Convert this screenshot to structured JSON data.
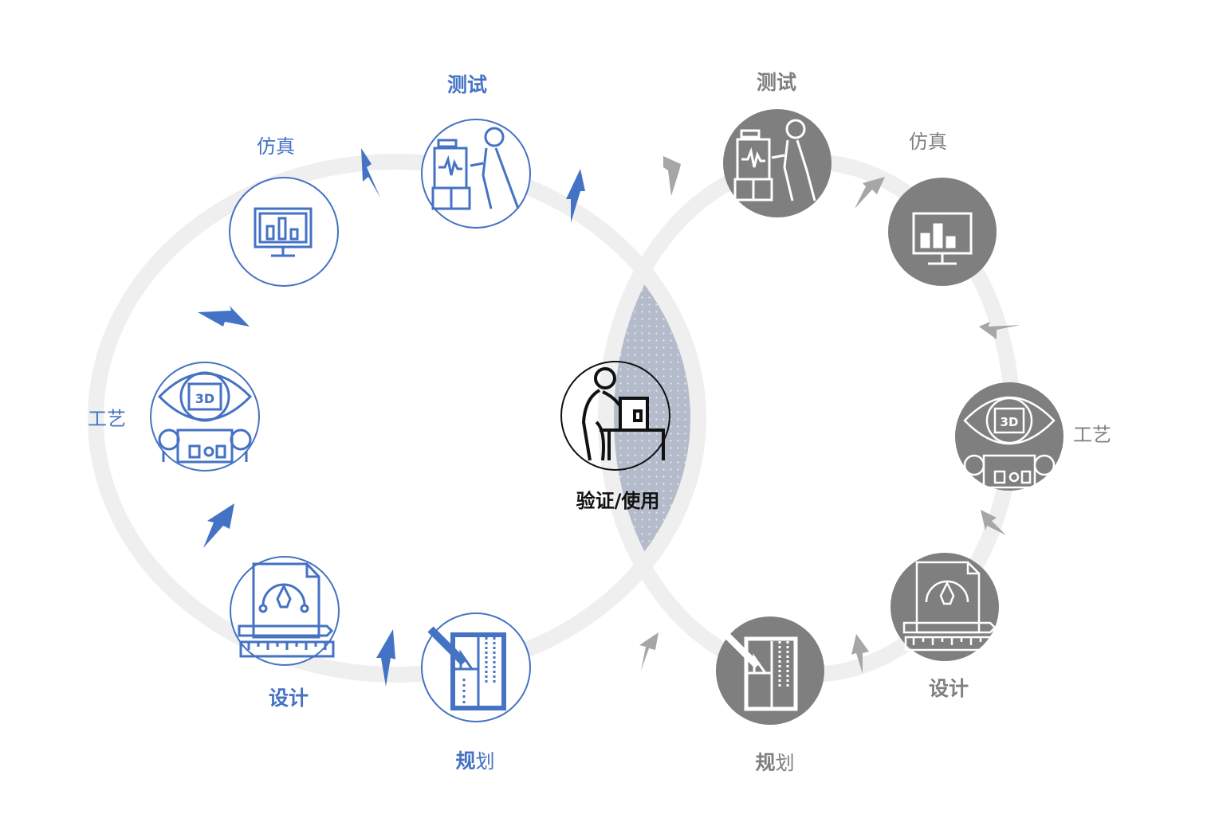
{
  "diagram": {
    "left_cycle": {
      "color": "#4472c4",
      "nodes": [
        {
          "id": "test",
          "label": "测试",
          "icon": "tester-at-machine-icon"
        },
        {
          "id": "sim",
          "label": "仿真",
          "icon": "monitor-bar-chart-icon"
        },
        {
          "id": "process",
          "label": "工艺",
          "icon": "robot-3d-eye-icon"
        },
        {
          "id": "design",
          "label": "设计",
          "icon": "blueprint-pen-ruler-icon"
        },
        {
          "id": "plan",
          "label_bold": "规",
          "label_rest": "划",
          "icon": "floor-plan-icon"
        }
      ]
    },
    "right_cycle": {
      "color": "#7f7f7f",
      "nodes": [
        {
          "id": "test",
          "label": "测试",
          "icon": "tester-at-machine-icon"
        },
        {
          "id": "sim",
          "label": "仿真",
          "icon": "monitor-bar-chart-icon"
        },
        {
          "id": "process",
          "label": "工艺",
          "icon": "robot-3d-eye-icon"
        },
        {
          "id": "design",
          "label": "设计",
          "icon": "blueprint-pen-ruler-icon"
        },
        {
          "id": "plan",
          "label_bold": "规",
          "label_rest": "划",
          "icon": "floor-plan-icon"
        }
      ]
    },
    "center": {
      "label": "验证/使用",
      "icon": "person-using-machine-icon",
      "fill": "#b4bccb"
    },
    "ring_color": "#efefef"
  }
}
